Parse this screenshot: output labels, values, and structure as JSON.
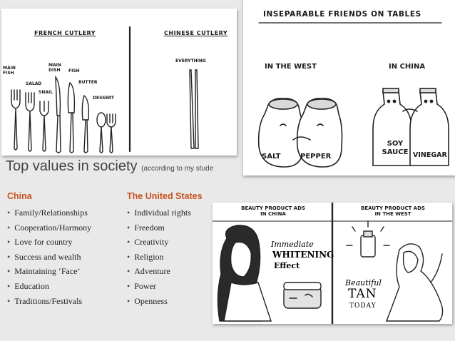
{
  "cutlery": {
    "french_heading": "FRENCH CUTLERY",
    "chinese_heading": "CHINESE CUTLERY",
    "labels": {
      "main_fish_left": "MAIN\nFISH",
      "main_dish": "MAIN\nDISH",
      "fish": "FISH",
      "salad": "SALAD",
      "snail": "SNAIL",
      "butter": "BUTTER",
      "dessert": "DESSERT",
      "everything": "EVERYTHING"
    }
  },
  "friends": {
    "title": "INSEPARABLE FRIENDS ON TABLES",
    "west": "IN THE WEST",
    "china": "IN CHINA",
    "salt": "SALT",
    "pepper": "PEPPER",
    "soy_sauce": "SOY\nSAUCE",
    "vinegar": "VINEGAR"
  },
  "values": {
    "title": "Top values in society",
    "note": "(according to my stude",
    "china_heading": "China",
    "us_heading": "The United States",
    "china": [
      "Family/Relationships",
      "Cooperation/Harmony",
      "Love for country",
      "Success and wealth",
      "Maintaining ‘Face’",
      "Education",
      "Traditions/Festivals"
    ],
    "us": [
      "Individual rights",
      "Freedom",
      "Creativity",
      "Religion",
      "Adventure",
      "Power",
      "Openness"
    ]
  },
  "ads": {
    "china_heading": "BEAUTY PRODUCT ADS\nIN CHINA",
    "west_heading": "BEAUTY PRODUCT ADS\nIN THE WEST",
    "immediate": "Immediate",
    "whitening": "WHITENING",
    "effect": "Effect",
    "beautiful": "Beautiful",
    "tan": "TAN",
    "today": "TODAY"
  },
  "colors": {
    "accent": "#c8511f",
    "ink": "#1a1a1a",
    "background": "#e9e9e9"
  }
}
